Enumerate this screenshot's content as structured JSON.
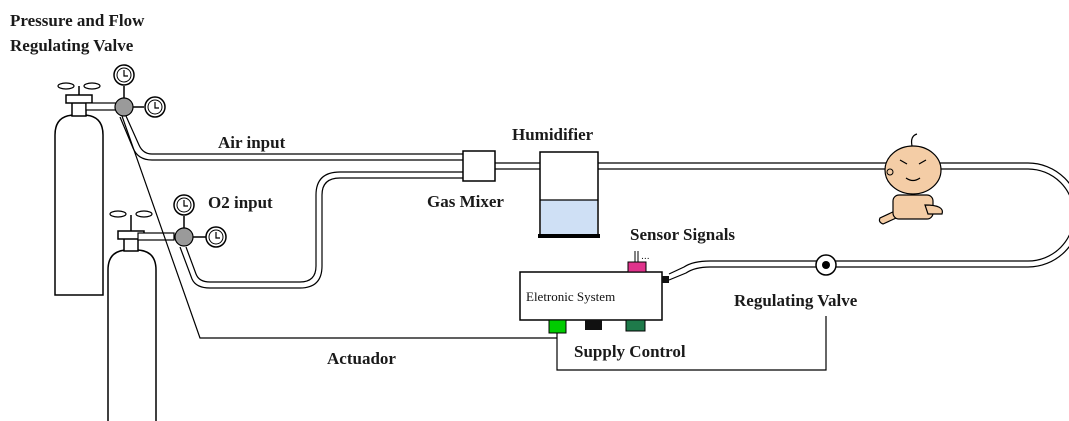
{
  "labels": {
    "title_line1": "Pressure and Flow",
    "title_line2": "Regulating Valve",
    "air_input": "Air input",
    "o2_input": "O2 input",
    "humidifier": "Humidifier",
    "gas_mixer": "Gas Mixer",
    "sensor_signals": "Sensor Signals",
    "electronic_system": "Eletronic System",
    "regulating_valve": "Regulating Valve",
    "supply_control": "Supply Control",
    "actuador": "Actuador"
  },
  "colors": {
    "line": "#000000",
    "cylinder_fill": "#ffffff",
    "regulator_gray": "#9a9a9a",
    "water": "#cfe0f5",
    "connector_green": "#00cc00",
    "connector_black": "#111111",
    "connector_darkgreen": "#1e7a4a",
    "connector_pink": "#e0338c",
    "baby_skin": "#f4cda6"
  },
  "icons": [
    "gas-cylinder-icon",
    "pressure-gauge-icon",
    "baby-icon",
    "valve-icon"
  ]
}
